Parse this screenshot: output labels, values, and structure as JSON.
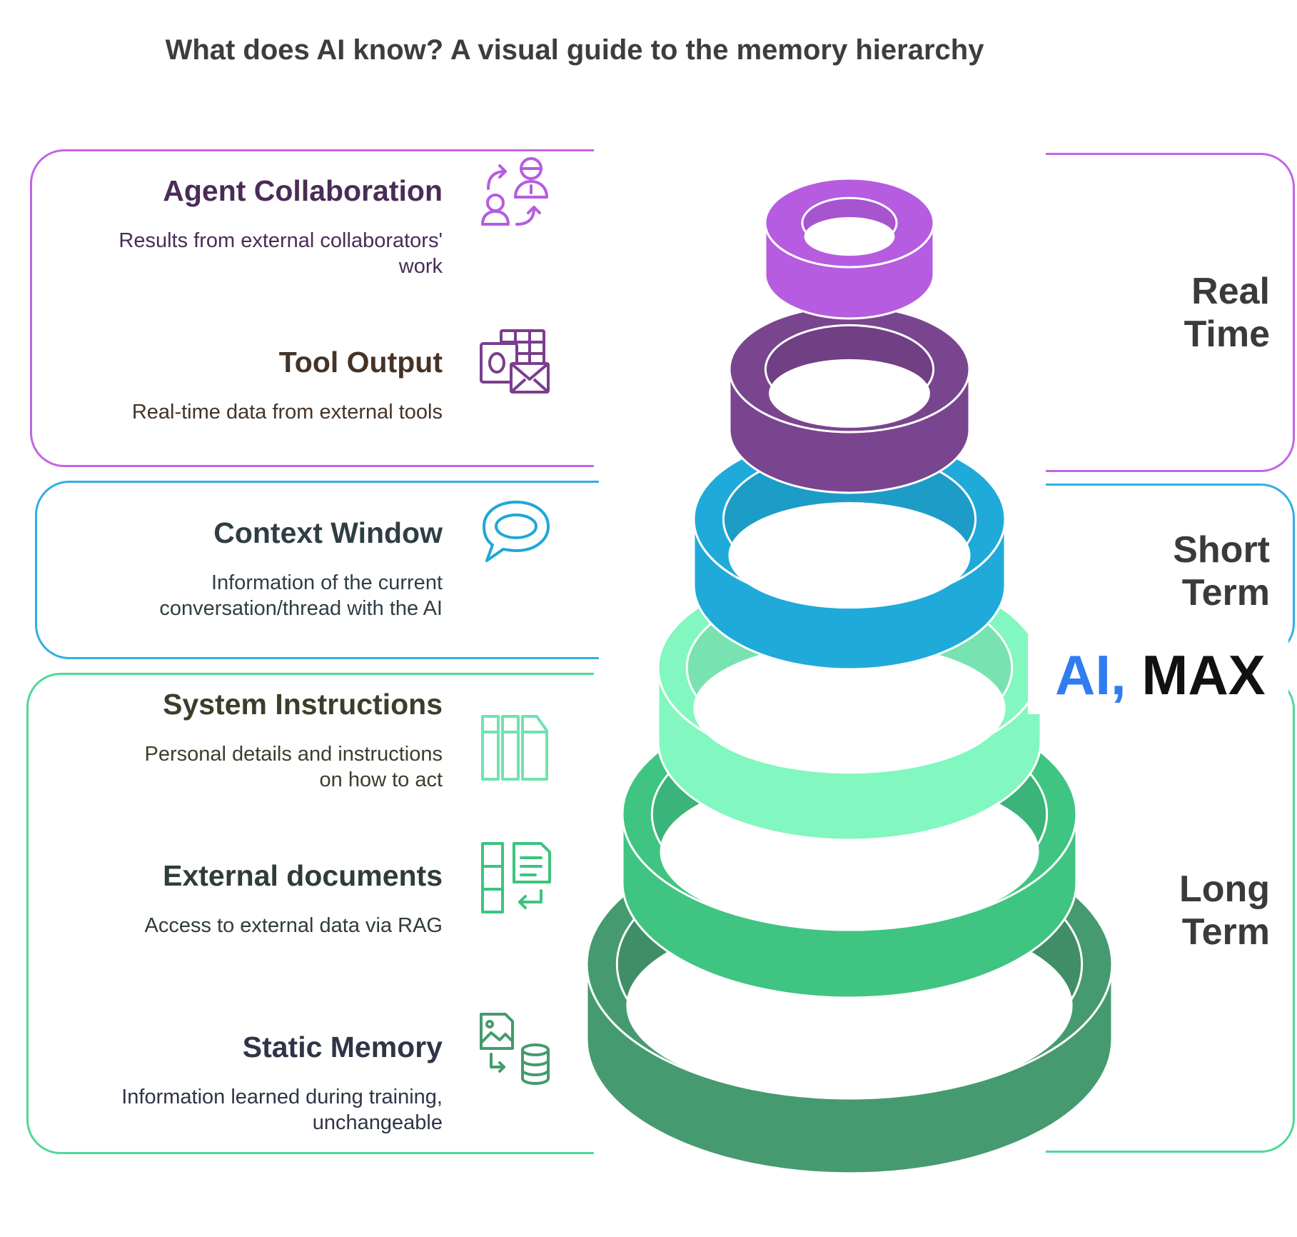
{
  "title": "What does AI know? A visual guide to the memory hierarchy",
  "groups": [
    {
      "id": "real-time",
      "label_line1": "Real",
      "label_line2": "Time",
      "color": "#c464e6",
      "items": [
        {
          "title": "Agent Collaboration",
          "desc_line1": "Results from external collaborators'",
          "desc_line2": "work",
          "icon": "collaboration-icon",
          "color": "#b65ce0"
        },
        {
          "title": "Tool Output",
          "desc_line1": "Real-time data from external tools",
          "desc_line2": "",
          "icon": "tool-output-icon",
          "color": "#7a3d8f"
        }
      ]
    },
    {
      "id": "short-term",
      "label_line1": "Short",
      "label_line2": "Term",
      "color": "#2eb0e4",
      "items": [
        {
          "title": "Context Window",
          "desc_line1": "Information of the current",
          "desc_line2": "conversation/thread with the AI",
          "icon": "chat-bubble-icon",
          "color": "#1ea7d8"
        }
      ]
    },
    {
      "id": "long-term",
      "label_line1": "Long",
      "label_line2": "Term",
      "color": "#4fd89a",
      "items": [
        {
          "title": "System Instructions",
          "desc_line1": "Personal details and instructions",
          "desc_line2": "on how to act",
          "icon": "book-shelf-icon",
          "color": "#6fe3b0"
        },
        {
          "title": "External documents",
          "desc_line1": "Access to external data via RAG",
          "desc_line2": "",
          "icon": "document-retrieval-icon",
          "color": "#3cc47e"
        },
        {
          "title": "Static Memory",
          "desc_line1": "Information learned during training,",
          "desc_line2": "unchangeable",
          "icon": "image-database-icon",
          "color": "#449b6e"
        }
      ]
    }
  ],
  "brand": {
    "part1": "AI,",
    "part2": "MAX"
  },
  "rings": [
    {
      "name": "agent-collaboration",
      "color": "#b65ce0"
    },
    {
      "name": "tool-output",
      "color": "#7a458f"
    },
    {
      "name": "context-window",
      "color": "#1faad9"
    },
    {
      "name": "system-instructions",
      "color": "#82f7bf"
    },
    {
      "name": "external-documents",
      "color": "#3fc482"
    },
    {
      "name": "static-memory",
      "color": "#469a70"
    }
  ]
}
